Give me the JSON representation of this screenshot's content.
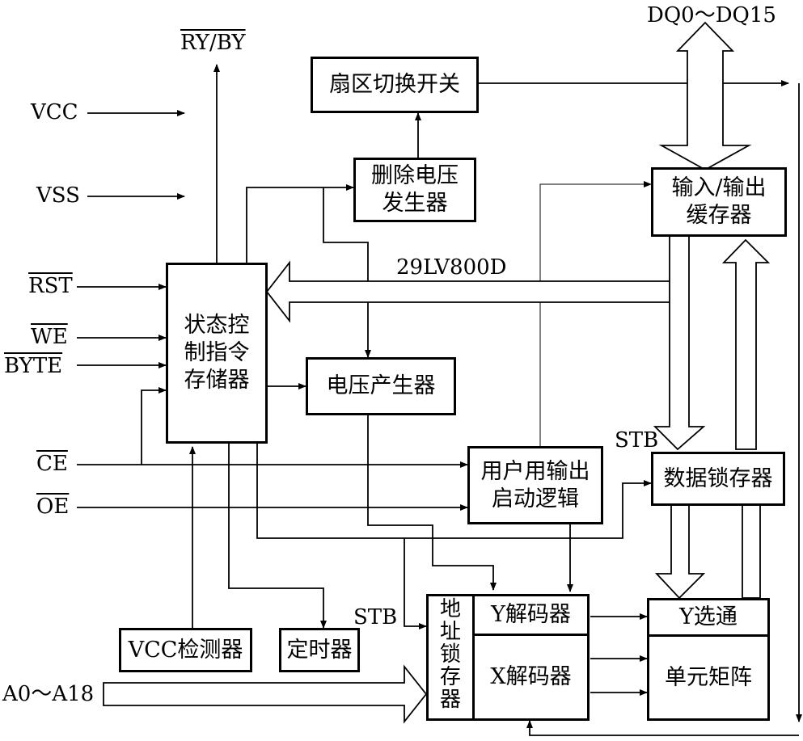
{
  "signals": {
    "dq": "DQ0～DQ15",
    "ry_by": "RY/BY",
    "vcc": "VCC",
    "vss": "VSS",
    "rst": "RST",
    "we": "WE",
    "byte": "BYTE",
    "ce": "CE",
    "oe": "OE",
    "address": "A0～A18",
    "stb_top": "STB",
    "stb_bottom": "STB"
  },
  "chip_name": "29LV800D",
  "blocks": {
    "sector_switch": "扇区切换开关",
    "erase_voltage": "删除电压\n发生器",
    "io_buffer": "输入/输出\n缓存器",
    "state_control": "状态控\n制指令\n存储器",
    "voltage_gen": "电压产生器",
    "output_enable_logic": "用户用输出\n启动逻辑",
    "data_latch": "数据锁存器",
    "address_latch": "地\n址\n锁\n存\n器",
    "y_decoder": "Y解码器",
    "x_decoder": "X解码器",
    "y_gate": "Y选通",
    "cell_matrix": "单元矩阵",
    "vcc_detector": "VCC检测器",
    "timer": "定时器"
  }
}
